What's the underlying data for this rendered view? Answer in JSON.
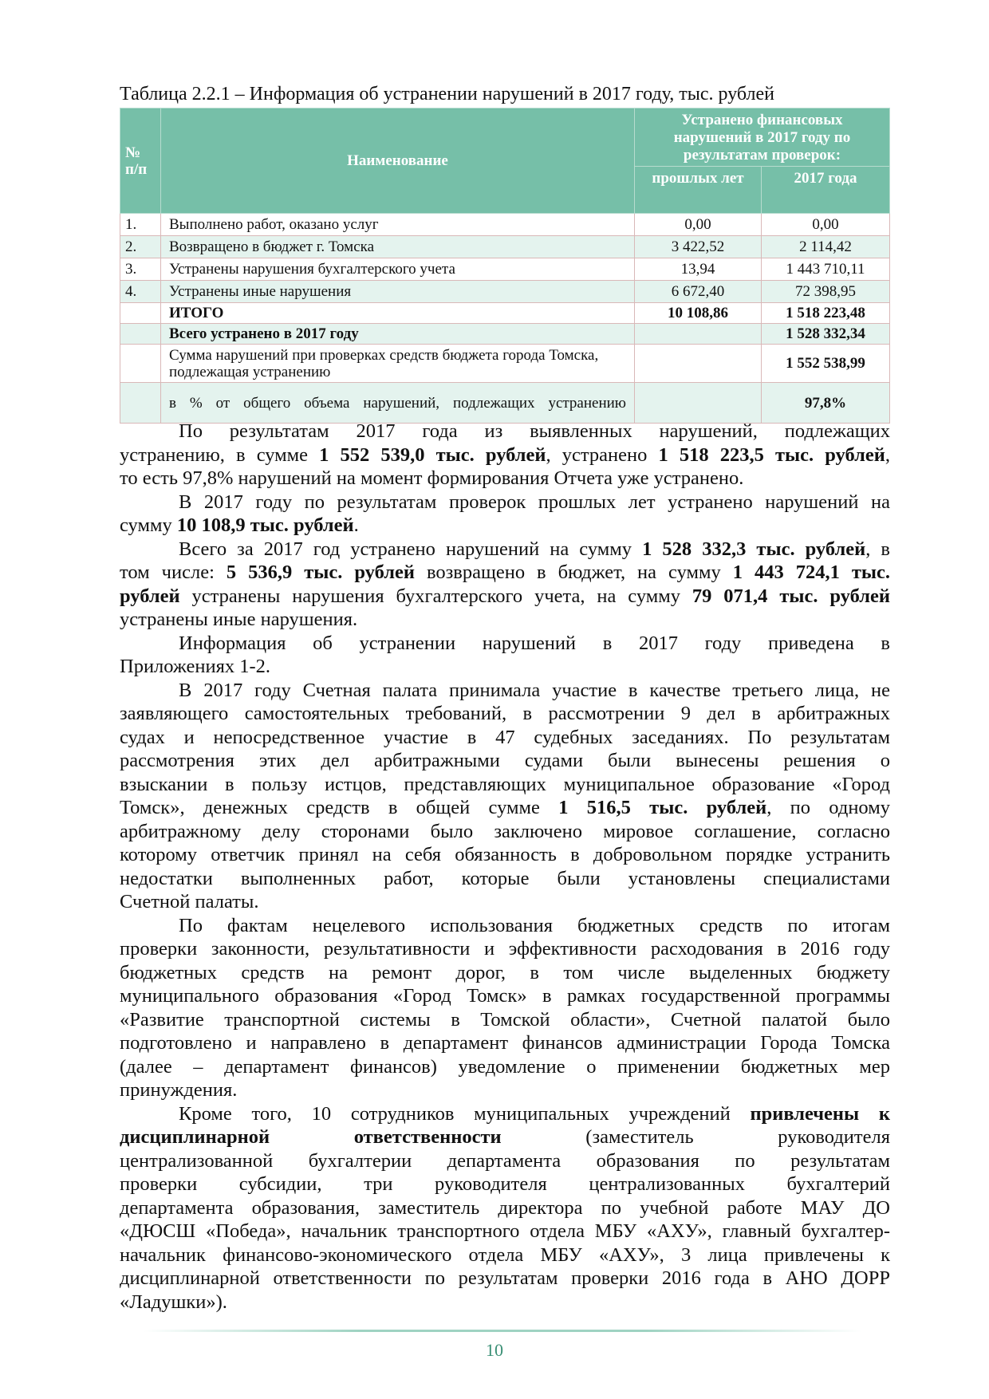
{
  "caption": "Таблица 2.2.1 – Информация об устранении нарушений в 2017 году, тыс. рублей",
  "table": {
    "headers": {
      "num": "№ п/п",
      "name": "Наименование",
      "group": "Устранено финансовых нарушений в 2017 году по результатам проверок:",
      "past": "прошлых лет",
      "current": "2017 года"
    },
    "rows": [
      {
        "num": "1.",
        "name": "Выполнено работ, оказано услуг",
        "past": "0,00",
        "current": "0,00"
      },
      {
        "num": "2.",
        "name": "Возвращено в бюджет г. Томска",
        "past": "3 422,52",
        "current": "2 114,42"
      },
      {
        "num": "3.",
        "name": "Устранены нарушения бухгалтерского учета",
        "past": "13,94",
        "current": "1 443 710,11"
      },
      {
        "num": "4.",
        "name": "Устранены иные нарушения",
        "past": "6 672,40",
        "current": "72 398,95"
      },
      {
        "num": "",
        "name": "ИТОГО",
        "past": "10 108,86",
        "current": "1 518 223,48"
      },
      {
        "num": "",
        "name": "Всего устранено в 2017 году",
        "past": "",
        "current": "1 528 332,34"
      },
      {
        "num": "",
        "name": "Сумма нарушений при проверках средств бюджета города Томска, подлежащая устранению",
        "past": "",
        "current": "1 552 538,99"
      },
      {
        "num": "",
        "name": "в % от общего объема нарушений, подлежащих устранению",
        "past": "",
        "current": "97,8%"
      }
    ]
  },
  "paragraphs": [
    [
      [
        [
          "По результатам 2017 года из выявленных нарушений, подлежащих",
          0
        ]
      ],
      [
        [
          "устранению, в сумме ",
          0
        ],
        [
          "1 552 539,0 тыс. рублей",
          1
        ],
        [
          ", устранено ",
          0
        ],
        [
          "1 518 223,5 тыс. рублей",
          1
        ],
        [
          ",",
          0
        ]
      ],
      [
        [
          "то есть 97,8% нарушений на момент формирования Отчета уже устранено.",
          0
        ]
      ]
    ],
    [
      [
        [
          "В 2017 году по результатам проверок прошлых лет устранено нарушений на",
          0
        ]
      ],
      [
        [
          "сумму ",
          0
        ],
        [
          "10 108,9 тыс. рублей",
          1
        ],
        [
          ".",
          0
        ]
      ]
    ],
    [
      [
        [
          "Всего за 2017 год устранено нарушений на сумму ",
          0
        ],
        [
          "1 528 332,3 тыс. рублей",
          1
        ],
        [
          ", в",
          0
        ]
      ],
      [
        [
          "том числе: ",
          0
        ],
        [
          "5 536,9 тыс. рублей",
          1
        ],
        [
          " возвращено в бюджет, на сумму ",
          0
        ],
        [
          "1 443 724,1 тыс.",
          1
        ]
      ],
      [
        [
          "рублей",
          1
        ],
        [
          " устранены нарушения бухгалтерского учета, на сумму ",
          0
        ],
        [
          "79 071,4 тыс. рублей",
          1
        ]
      ],
      [
        [
          "устранены иные нарушения.",
          0
        ]
      ]
    ],
    [
      [
        [
          "Информация об устранении нарушений в 2017 году приведена в",
          0
        ]
      ],
      [
        [
          "Приложениях 1-2.",
          0
        ]
      ]
    ],
    [
      [
        [
          "В 2017 году Счетная палата принимала участие в качестве третьего лица, не",
          0
        ]
      ],
      [
        [
          "заявляющего самостоятельных требований, в рассмотрении 9 дел в арбитражных",
          0
        ]
      ],
      [
        [
          "судах и непосредственное участие в 47 судебных заседаниях. По результатам",
          0
        ]
      ],
      [
        [
          "рассмотрения этих дел арбитражными судами были вынесены решения о",
          0
        ]
      ],
      [
        [
          "взыскании в пользу истцов, представляющих муниципальное образование «Город",
          0
        ]
      ],
      [
        [
          "Томск», денежных средств в общей сумме ",
          0
        ],
        [
          "1 516,5 тыс. рублей",
          1
        ],
        [
          ", по одному",
          0
        ]
      ],
      [
        [
          "арбитражному делу сторонами было заключено мировое соглашение, согласно",
          0
        ]
      ],
      [
        [
          "которому ответчик принял на себя обязанность в добровольном порядке устранить",
          0
        ]
      ],
      [
        [
          "недостатки выполненных работ, которые были установлены специалистами",
          0
        ]
      ],
      [
        [
          "Счетной палаты.",
          0
        ]
      ]
    ],
    [
      [
        [
          "По фактам нецелевого использования бюджетных средств по итогам",
          0
        ]
      ],
      [
        [
          "проверки законности, результативности и эффективности расходования в 2016 году",
          0
        ]
      ],
      [
        [
          "бюджетных средств на ремонт дорог, в том числе выделенных бюджету",
          0
        ]
      ],
      [
        [
          "муниципального образования «Город Томск» в рамках государственной программы",
          0
        ]
      ],
      [
        [
          "«Развитие транспортной системы в Томской области», Счетной палатой было",
          0
        ]
      ],
      [
        [
          "подготовлено и направлено в департамент финансов администрации Города Томска",
          0
        ]
      ],
      [
        [
          "(далее – департамент финансов) уведомление о применении бюджетных мер",
          0
        ]
      ],
      [
        [
          "принуждения.",
          0
        ]
      ]
    ],
    [
      [
        [
          "Кроме того, 10 сотрудников муниципальных учреждений ",
          0
        ],
        [
          "привлечены к",
          1
        ]
      ],
      [
        [
          "дисциплинарной ответственности",
          1
        ],
        [
          " (заместитель руководителя",
          0
        ]
      ],
      [
        [
          "централизованной бухгалтерии департамента образования по результатам",
          0
        ]
      ],
      [
        [
          "проверки субсидии, три руководителя централизованных бухгалтерий",
          0
        ]
      ],
      [
        [
          "департамента образования, заместитель директора по учебной работе МАУ ДО",
          0
        ]
      ],
      [
        [
          "«ДЮСШ «Победа», начальник транспортного отдела МБУ «АХУ», главный бухгалтер-",
          0
        ]
      ],
      [
        [
          "начальник финансово-экономического отдела МБУ «АХУ», 3 лица привлечены к",
          0
        ]
      ],
      [
        [
          "дисциплинарной ответственности по результатам проверки 2016 года в АНО ДОРР",
          0
        ]
      ],
      [
        [
          "«Ладушки»).",
          0
        ]
      ]
    ]
  ],
  "page_number": "10",
  "colors": {
    "header": "#76bfa8",
    "alt_row": "#e4f3ee",
    "page_number": "#3a8f75"
  }
}
